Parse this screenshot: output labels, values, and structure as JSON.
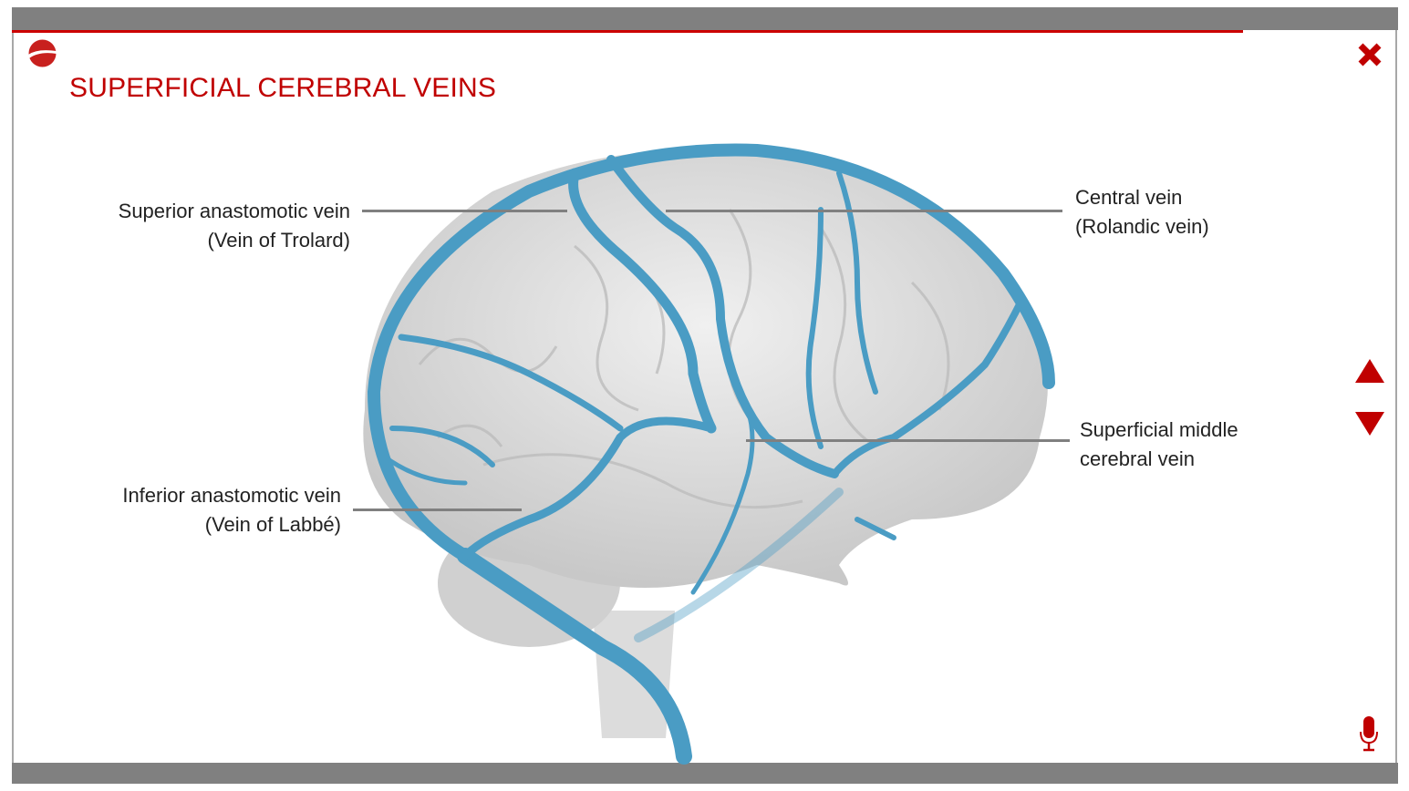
{
  "header": {
    "title": "SUPERFICIAL CEREBRAL VEINS"
  },
  "controls": {
    "close": "close-icon",
    "up": "triangle-up-icon",
    "down": "triangle-down-icon",
    "audio": "microphone-icon"
  },
  "labels": {
    "superior": [
      "Superior anastomotic vein",
      "(Vein of Trolard)"
    ],
    "inferior": [
      "Inferior anastomotic vein",
      "(Vein of Labbé)"
    ],
    "central": [
      "Central vein",
      "(Rolandic vein)"
    ],
    "middle": [
      "Superficial middle",
      "cerebral vein"
    ]
  },
  "colors": {
    "accent": "#c00000",
    "bar": "#808080",
    "vein": "#4a9cc4",
    "brain": "#e2e2e2"
  }
}
